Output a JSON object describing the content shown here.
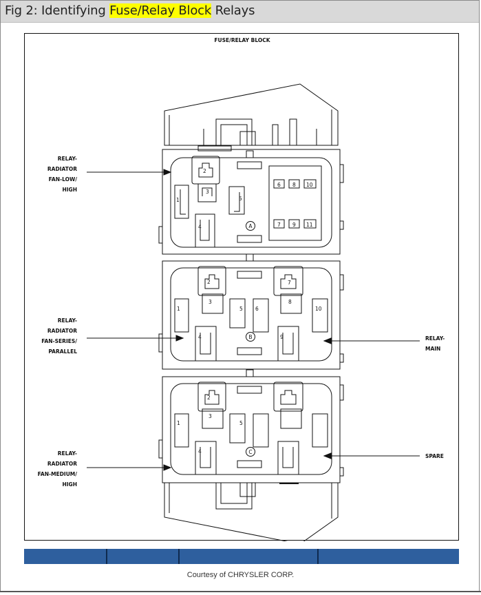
{
  "header": {
    "title_prefix": "Fig 2: Identifying ",
    "title_highlight": "Fuse/Relay Block",
    "title_suffix": " Relays"
  },
  "diagram": {
    "heading": "FUSE/RELAY BLOCK",
    "labels": {
      "relay_low_high": [
        "RELAY-",
        "RADIATOR",
        "FAN-LOW/",
        "HIGH"
      ],
      "relay_series": [
        "RELAY-",
        "RADIATOR",
        "FAN-SERIES/",
        "PARALLEL"
      ],
      "relay_medium": [
        "RELAY-",
        "RADIATOR",
        "FAN-MEDIUM/",
        "HIGH"
      ],
      "relay_main": [
        "RELAY-",
        "MAIN"
      ],
      "spare": [
        "SPARE"
      ]
    },
    "section_markers": [
      "A",
      "B",
      "C"
    ],
    "fuse_numbers_top": [
      "6",
      "8",
      "10"
    ],
    "fuse_numbers_bottom": [
      "7",
      "9",
      "11"
    ],
    "left_relay_terminals": [
      "1",
      "2",
      "3",
      "4",
      "5"
    ],
    "right_relay_terminals": [
      "6",
      "7",
      "8",
      "9",
      "10"
    ]
  },
  "caption": "Courtesy of CHRYSLER CORP."
}
